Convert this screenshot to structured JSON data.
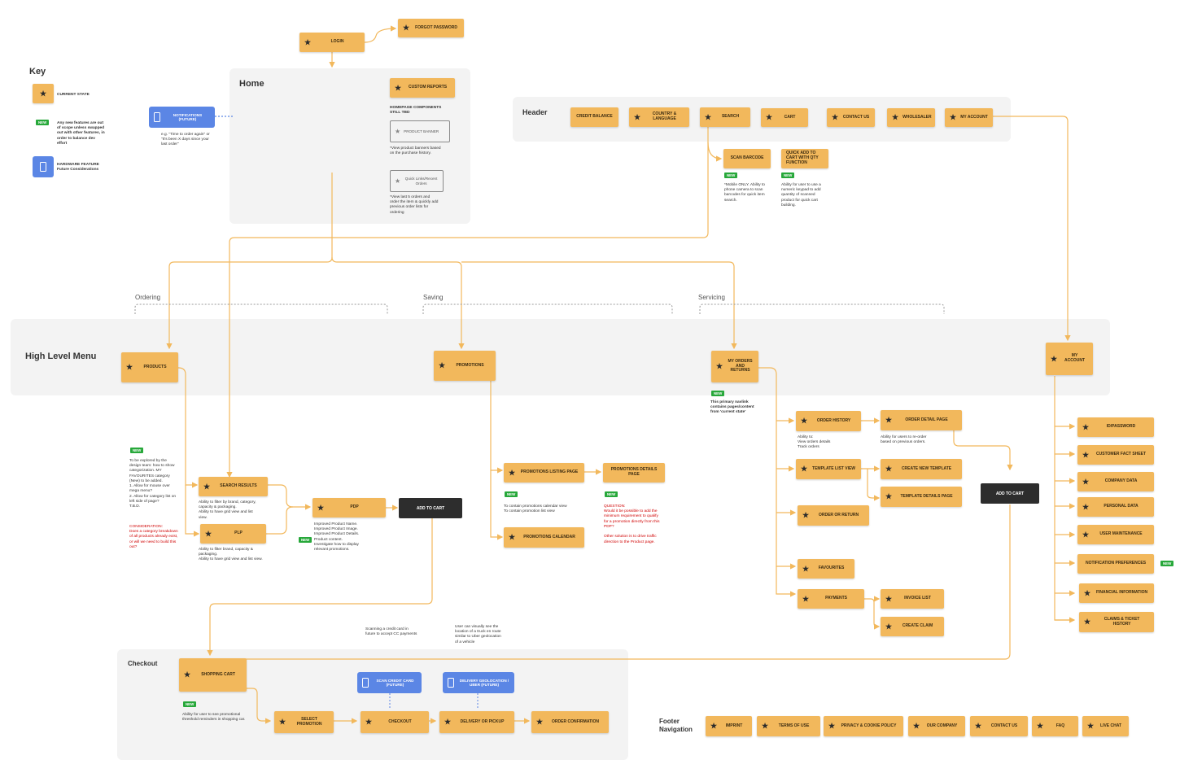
{
  "key": {
    "title": "Key",
    "current_state": "CURRENT STATE",
    "new_badge": "NEW",
    "new_desc": "Any new features are out of scope unless swapped out with other features, in order to balance dev effort",
    "hardware_desc": "HARDWARE FEATURE Future Considerations"
  },
  "top": {
    "login": "LOGIN",
    "forgot_password": "FORGOT PASSWORD",
    "notifications": "NOTIFICATIONS (FUTURE)",
    "notifications_note": "e.g. \"Time to order again\" or \"It's been X days since your last order\""
  },
  "home": {
    "title": "Home",
    "custom_reports": "CUSTOM REPORTS",
    "components_tbd": "HOMEPAGE COMPONENTS STILL TBD",
    "product_banner": "PRODUCT BANNER",
    "banner_note": "*View product banners based on the purchase history.",
    "quick_links": "Quick Links/Recent Orders",
    "quick_links_note": "*View last 5 orders and order the item & quickly add previous order lists for ordering"
  },
  "header": {
    "title": "Header",
    "items": [
      "CREDIT BALANCE",
      "COUNTRY & LANGUAGE",
      "SEARCH",
      "CART",
      "CONTACT US",
      "WHOLESALER",
      "MY ACCOUNT"
    ],
    "scan_barcode": "SCAN BARCODE",
    "scan_note": "*Mobile ONLY. Ability to phone camera to scan barcodes for quick item search.",
    "quick_add": "QUICK ADD TO CART WITH QTY FUNCTION",
    "quick_add_note": "Ability for user to use a numeric keypad to add quantity of scanned product for quick cart building."
  },
  "groups": {
    "ordering": "Ordering",
    "saving": "Saving",
    "servicing": "Servicing"
  },
  "menu": {
    "title": "High Level Menu",
    "products": "PRODUCTS",
    "promotions": "PROMOTIONS",
    "my_orders": "MY ORDERS AND RETURNS",
    "my_orders_note": "This primary navlink contains pages/content from 'current state'",
    "my_account": "MY ACCOUNT"
  },
  "ordering": {
    "explore_note": "To be explored by the design team: how to show categorization. MY FAVOURITES category (New) to be added.\n1. Allow for mouse over mega menu?\n2. Allow for category list on left side of page?\nT.B.D.",
    "consideration": "CONSIDERATION:\nDoes a category breakdown of all products already exist, or will we need to build this out?",
    "search_results": "SEARCH RESULTS",
    "search_note": "Ability to filter by brand, category, capacity & packaging.\nAbility to have grid view and list view.",
    "plp": "PLP",
    "plp_note": "Ability to filter brand, capacity & packaging.\nAbility to have grid view and list view.",
    "pdp": "PDP",
    "pdp_note": "Improved Product Name.\nImproved Product Image.\nImproved Product Details.\nProduct content.\nInvestigate how to display relevant promotions.",
    "add_to_cart": "ADD TO CART"
  },
  "saving": {
    "listing": "PROMOTIONS LISTING PAGE",
    "listing_note": "To contain promotions calendar view\nTo contain promotion list view",
    "calendar": "PROMOTIONS CALENDAR",
    "details": "PROMOTIONS DETAILS PAGE",
    "question": "QUESTION:\nWould it be possible to add the minimum requirement to qualify for a promotion directly from this PDP?\n\nOther solution is to drive traffic direction to the Product page."
  },
  "servicing": {
    "order_history": "ORDER HISTORY",
    "order_history_note": "Ability to:\nView orders details\nTrack orders",
    "order_detail": "ORDER DETAIL PAGE",
    "order_detail_note": "Ability for users to re-order based on previous orders.",
    "template_list": "TEMPLATE LIST VIEW",
    "create_template": "CREATE NEW TEMPLATE",
    "template_details": "TEMPLATE DETAILS PAGE",
    "order_return": "ORDER OR RETURN",
    "favourites": "FAVOURITES",
    "payments": "PAYMENTS",
    "invoice_list": "INVOICE LIST",
    "create_claim": "CREATE CLAIM",
    "add_to_cart": "ADD TO CART"
  },
  "account": {
    "items": [
      "ID/PASSWORD",
      "CUSTOMER FACT SHEET",
      "COMPANY DATA",
      "PERSONAL DATA",
      "USER MAINTENANCE",
      "NOTIFICATION PREFERENCES",
      "FINANCIAL INFORMATION",
      "CLAIMS & TICKET HISTORY"
    ]
  },
  "checkout": {
    "title": "Checkout",
    "shopping_cart": "SHOPPING CART",
    "cart_note": "Ability for user to see promotional threshold reminders in shopping car.",
    "select_promotion": "SELECT PROMOTION",
    "checkout": "CHECKOUT",
    "delivery": "DELIVERY OR PICKUP",
    "confirmation": "ORDER CONFIRMATION",
    "scan_card": "SCAN CREDIT CARD (FUTURE)",
    "scan_card_note": "Scanning a credit card in future to accept CC payments",
    "geolocation": "DELIVERY GEOLOCATION / UBER (FUTURE)",
    "geo_note": "User can visually see the location of a truck en route similar to Uber geolocation of a vehicle"
  },
  "footer": {
    "title": "Footer Navigation",
    "items": [
      "IMPRINT",
      "TERMS OF USE",
      "PRIVACY & COOKIE POLICY",
      "OUR COMPANY",
      "CONTACT US",
      "FAQ",
      "LIVE CHAT"
    ]
  }
}
